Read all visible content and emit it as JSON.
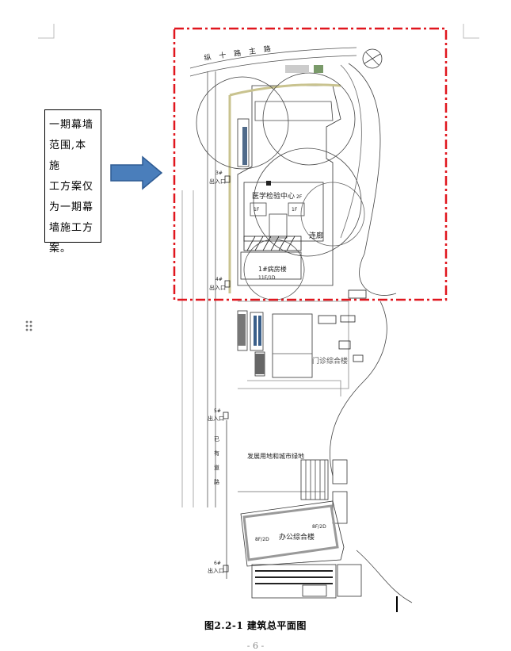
{
  "annotation": {
    "lines": [
      "一期幕墙",
      "范围,本施",
      "工方案仅",
      "为一期幕",
      "墙施工方",
      "案。"
    ]
  },
  "plan_labels": {
    "road": "纵十路主路",
    "lab_center": "医学检验中心",
    "corridor": "连廊",
    "ward": "1#病房楼",
    "ward_floors": "11F/1D",
    "outpatient": "门诊综合楼",
    "development": "发展用地和城市绿地",
    "existing_road": "已有道路",
    "office": "办公综合楼",
    "office_floors": "8F/2D",
    "office_floors_left": "8F/2D",
    "entrance_3": "3#",
    "entrance_4": "4#",
    "entrance_5": "5#",
    "entrance_6": "6#",
    "entrance_text": "出入口",
    "floor_2f": "2F",
    "floor_1f": "1F"
  },
  "caption": "图2.2-1 建筑总平面图",
  "page_number": "- 6 -",
  "colors": {
    "boundary": "#e0161e",
    "arrow": "#4a7ebb",
    "arrow_stroke": "#2e5b93"
  }
}
